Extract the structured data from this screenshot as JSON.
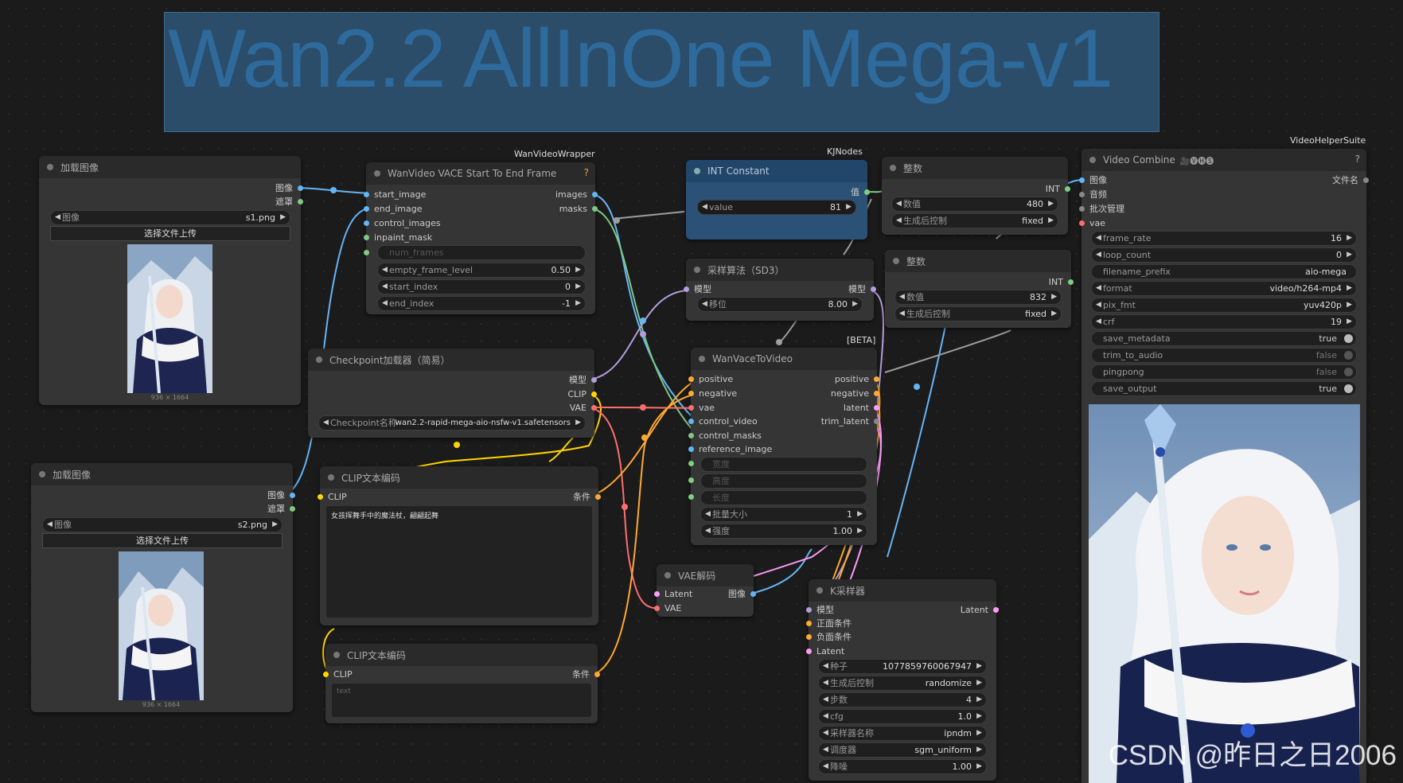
{
  "group": {
    "title": "Wan2.2 AllInOne Mega-v1"
  },
  "tags": {
    "wanwrapper": "WanVideoWrapper",
    "kjnodes": "KJNodes",
    "vhs": "VideoHelperSuite",
    "beta": "[BETA]"
  },
  "load1": {
    "title": "加载图像",
    "out_image": "图像",
    "out_mask": "遮罩",
    "image_label": "图像",
    "image_value": "s1.png",
    "upload_label": "选择文件上传",
    "dims": "936 × 1664"
  },
  "load2": {
    "title": "加载图像",
    "out_image": "图像",
    "out_mask": "遮罩",
    "image_label": "图像",
    "image_value": "s2.png",
    "upload_label": "选择文件上传",
    "dims": "936 × 1664"
  },
  "vace": {
    "title": "WanVideo VACE Start To End Frame",
    "help": "?",
    "inputs": [
      "start_image",
      "end_image",
      "control_images",
      "inpaint_mask"
    ],
    "outputs": [
      "images",
      "masks"
    ],
    "num_frames_label": "num_frames",
    "widgets": [
      {
        "label": "empty_frame_level",
        "value": "0.50"
      },
      {
        "label": "start_index",
        "value": "0"
      },
      {
        "label": "end_index",
        "value": "-1"
      }
    ]
  },
  "int_const": {
    "title": "INT Constant",
    "out_label": "值",
    "widget": {
      "label": "value",
      "value": "81"
    }
  },
  "int1": {
    "title": "整数",
    "out_label": "INT",
    "widgets": [
      {
        "label": "数值",
        "value": "480"
      },
      {
        "label": "生成后控制",
        "value": "fixed"
      }
    ]
  },
  "int2": {
    "title": "整数",
    "out_label": "INT",
    "widgets": [
      {
        "label": "数值",
        "value": "832"
      },
      {
        "label": "生成后控制",
        "value": "fixed"
      }
    ]
  },
  "sampling": {
    "title": "采样算法（SD3）",
    "in_model": "模型",
    "out_model": "模型",
    "widget": {
      "label": "移位",
      "value": "8.00"
    }
  },
  "ckpt": {
    "title": "Checkpoint加载器（简易）",
    "outputs": [
      "模型",
      "CLIP",
      "VAE"
    ],
    "widget": {
      "label": "Checkpoint名称",
      "value": "wan2.2-rapid-mega-aio-nsfw-v1.safetensors"
    }
  },
  "wan2v": {
    "title": "WanVaceToVideo",
    "inputs": [
      "positive",
      "negative",
      "vae",
      "control_video",
      "control_masks",
      "reference_image"
    ],
    "outputs": [
      "positive",
      "negative",
      "latent",
      "trim_latent"
    ],
    "dim_inputs": [
      "宽度",
      "高度",
      "长度"
    ],
    "widgets": [
      {
        "label": "批量大小",
        "value": "1"
      },
      {
        "label": "强度",
        "value": "1.00"
      }
    ]
  },
  "clip1": {
    "title": "CLIP文本编码",
    "in_label": "CLIP",
    "out_label": "条件",
    "text": "女孩挥舞手中的魔法杖，翩翩起舞"
  },
  "clip2": {
    "title": "CLIP文本编码",
    "in_label": "CLIP",
    "out_label": "条件",
    "placeholder": "text"
  },
  "vae_decode": {
    "title": "VAE解码",
    "inputs": [
      "Latent",
      "VAE"
    ],
    "out_label": "图像"
  },
  "ksampler": {
    "title": "K采样器",
    "inputs": [
      "模型",
      "正面条件",
      "负面条件",
      "Latent"
    ],
    "out_label": "Latent",
    "widgets": [
      {
        "label": "种子",
        "value": "1077859760067947"
      },
      {
        "label": "生成后控制",
        "value": "randomize"
      },
      {
        "label": "步数",
        "value": "4"
      },
      {
        "label": "cfg",
        "value": "1.0"
      },
      {
        "label": "采样器名称",
        "value": "ipndm"
      },
      {
        "label": "调度器",
        "value": "sgm_uniform"
      },
      {
        "label": "降噪",
        "value": "1.00"
      }
    ]
  },
  "vcombine": {
    "title": "Video Combine",
    "title_icons": "🎥🅥🅗🅢",
    "help": "?",
    "inputs": [
      "图像",
      "音频",
      "批次管理",
      "vae"
    ],
    "out_label": "文件名",
    "widgets": [
      {
        "label": "frame_rate",
        "value": "16"
      },
      {
        "label": "loop_count",
        "value": "0"
      },
      {
        "label": "filename_prefix",
        "value": "aio-mega"
      },
      {
        "label": "format",
        "value": "video/h264-mp4"
      },
      {
        "label": "pix_fmt",
        "value": "yuv420p"
      },
      {
        "label": "crf",
        "value": "19"
      }
    ],
    "toggles": [
      {
        "label": "save_metadata",
        "value": "true"
      },
      {
        "label": "trim_to_audio",
        "value": "false"
      },
      {
        "label": "pingpong",
        "value": "false"
      },
      {
        "label": "save_output",
        "value": "true"
      }
    ]
  },
  "watermark": "CSDN @昨日之日2006",
  "colors": {
    "image": "#64b5f6",
    "mask": "#81c784",
    "model": "#b39ddb",
    "clip": "#ffd500",
    "vae": "#ff6e6e",
    "cond": "#ffa931",
    "latent": "#ff9cf9",
    "int": "#7ecf7e"
  }
}
